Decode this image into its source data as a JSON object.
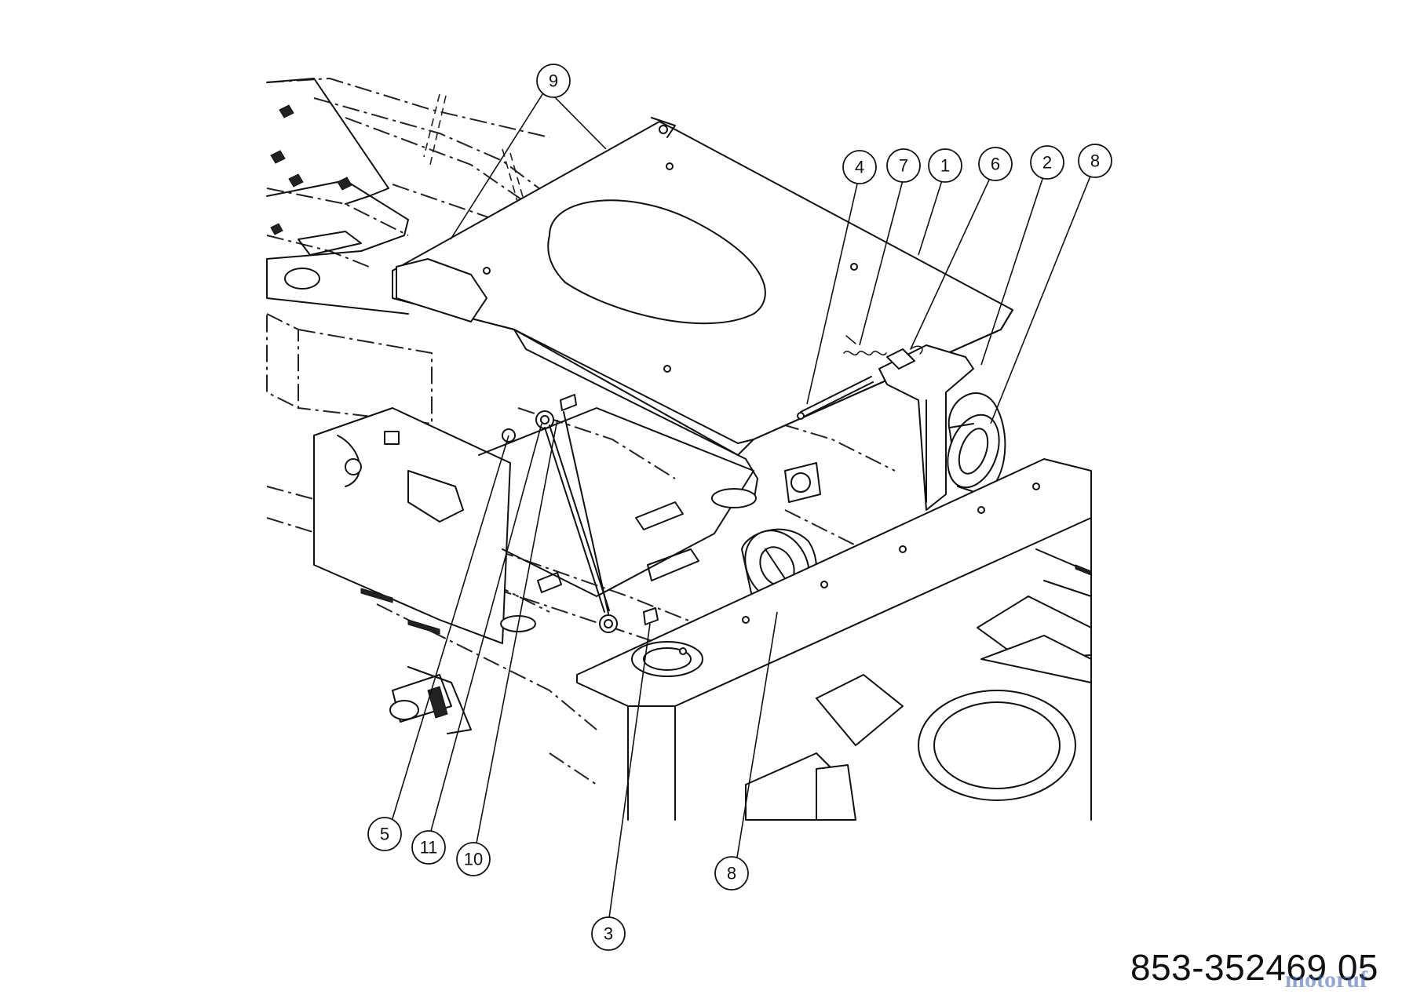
{
  "diagram": {
    "part_number": "853-352469 05",
    "watermark": "motoruf",
    "callouts": [
      {
        "label": "9",
        "id": "9-top"
      },
      {
        "label": "4",
        "id": "4"
      },
      {
        "label": "7",
        "id": "7"
      },
      {
        "label": "1",
        "id": "1"
      },
      {
        "label": "6",
        "id": "6"
      },
      {
        "label": "2",
        "id": "2"
      },
      {
        "label": "8",
        "id": "8-right"
      },
      {
        "label": "5",
        "id": "5"
      },
      {
        "label": "11",
        "id": "11"
      },
      {
        "label": "10",
        "id": "10"
      },
      {
        "label": "8",
        "id": "8-bottom"
      },
      {
        "label": "3",
        "id": "3"
      }
    ]
  }
}
